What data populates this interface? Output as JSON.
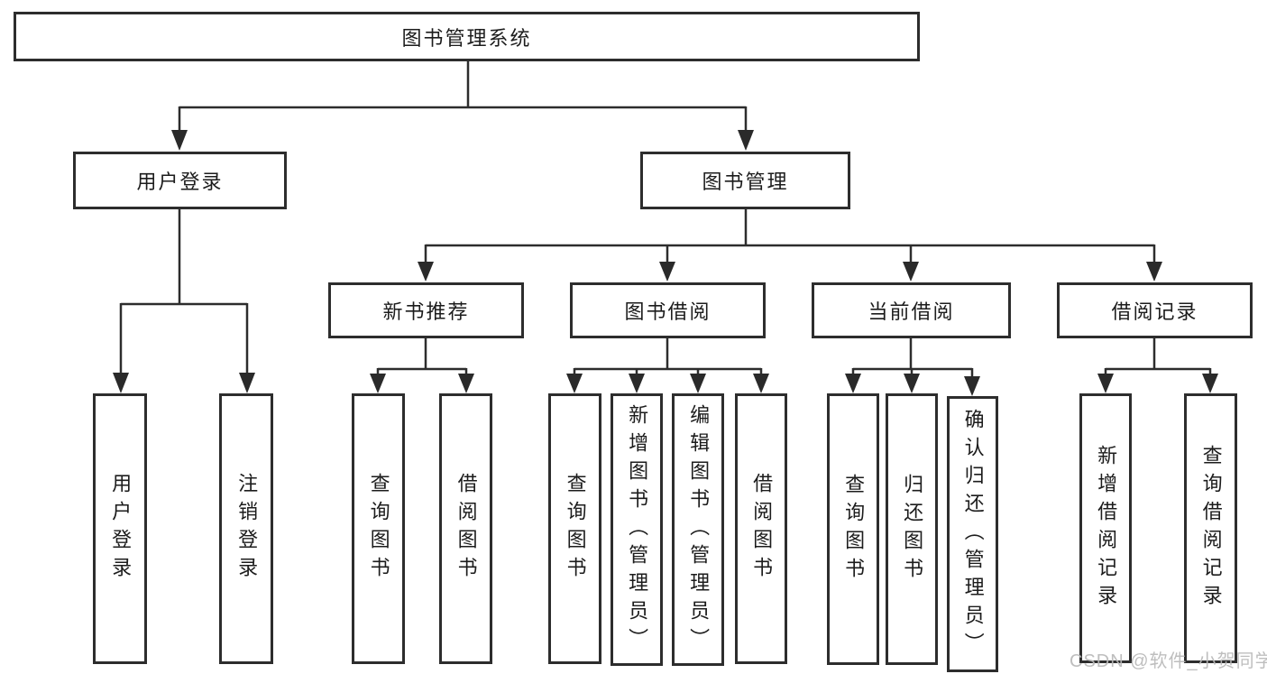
{
  "colors": {
    "line": "#2d2d2d",
    "box_border": "#2d2d2d",
    "box_background": "#ffffff",
    "text": "#1c1c1c",
    "watermark": "#b8b8b8"
  },
  "watermark": {
    "text": "CSDN @软件_小贺同学"
  },
  "tree": {
    "root": {
      "label": "图书管理系统",
      "children": [
        {
          "label": "用户登录",
          "children": [
            {
              "label": "用户登录"
            },
            {
              "label": "注销登录"
            }
          ]
        },
        {
          "label": "图书管理",
          "children": [
            {
              "label": "新书推荐",
              "children": [
                {
                  "label": "查询图书"
                },
                {
                  "label": "借阅图书"
                }
              ]
            },
            {
              "label": "图书借阅",
              "children": [
                {
                  "label": "查询图书"
                },
                {
                  "label": "新增图书（管理员）"
                },
                {
                  "label": "编辑图书（管理员）"
                },
                {
                  "label": "借阅图书"
                }
              ]
            },
            {
              "label": "当前借阅",
              "children": [
                {
                  "label": "查询图书"
                },
                {
                  "label": "归还图书"
                },
                {
                  "label": "确认归还（管理员）"
                }
              ]
            },
            {
              "label": "借阅记录",
              "children": [
                {
                  "label": "新增借阅记录"
                },
                {
                  "label": "查询借阅记录"
                }
              ]
            }
          ]
        }
      ]
    }
  }
}
